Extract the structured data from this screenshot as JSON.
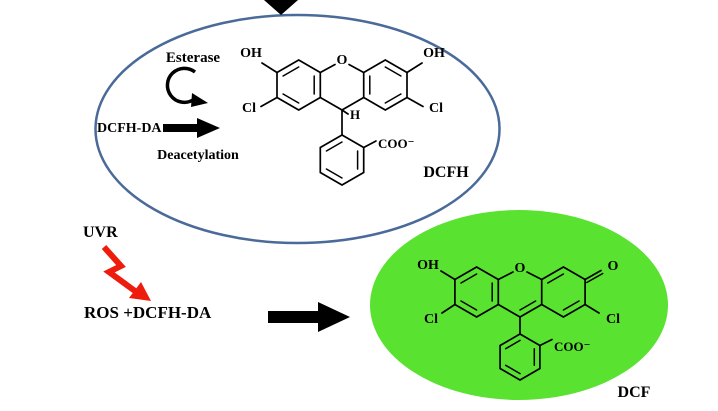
{
  "colors": {
    "ellipse_stroke": "#4a6a99",
    "green_fill": "#5ae231",
    "bolt_red": "#ed1c0c",
    "oxygen_red": "#d40000",
    "arrow_black": "#000000"
  },
  "enzymatic_step": {
    "enzyme": "Esterase",
    "substrate": "DCFH-DA",
    "process": "Deacetylation",
    "product_label": "DCFH",
    "molecule": {
      "oh_left": "OH",
      "o_ring": "O",
      "oh_right": "OH",
      "cl_left": "Cl",
      "cl_right": "Cl",
      "h": "H",
      "coo": "COO⁻"
    }
  },
  "oxidation_step": {
    "trigger": "UVR",
    "reaction": "ROS +DCFH-DA",
    "product_label": "DCF",
    "molecule": {
      "oh_left": "OH",
      "o_ring": "O",
      "o_ketone": "O",
      "cl_left": "Cl",
      "cl_right": "Cl",
      "coo": "COO⁻"
    }
  }
}
